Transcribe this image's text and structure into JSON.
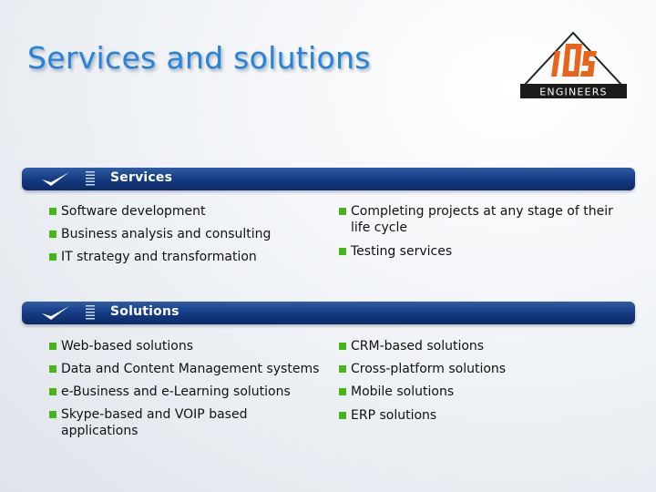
{
  "title": "Services and solutions",
  "logo": {
    "text": "ENGINEERS",
    "mark": "IOS"
  },
  "colors": {
    "title": "#2b83d6",
    "band": "#173e86",
    "bullet": "#47b51a"
  },
  "services": {
    "heading": "Services",
    "left": [
      "Software development",
      "Business analysis and consulting",
      "IT strategy and transformation"
    ],
    "right": [
      "Completing projects at any stage of their life cycle",
      "Testing services"
    ]
  },
  "solutions": {
    "heading": "Solutions",
    "left": [
      "Web-based solutions",
      "Data and Content Management systems",
      "e-Business and e-Learning solutions",
      "Skype-based and VOIP based applications"
    ],
    "right": [
      "CRM-based solutions",
      "Cross-platform solutions",
      "Mobile solutions",
      "ERP solutions"
    ]
  }
}
